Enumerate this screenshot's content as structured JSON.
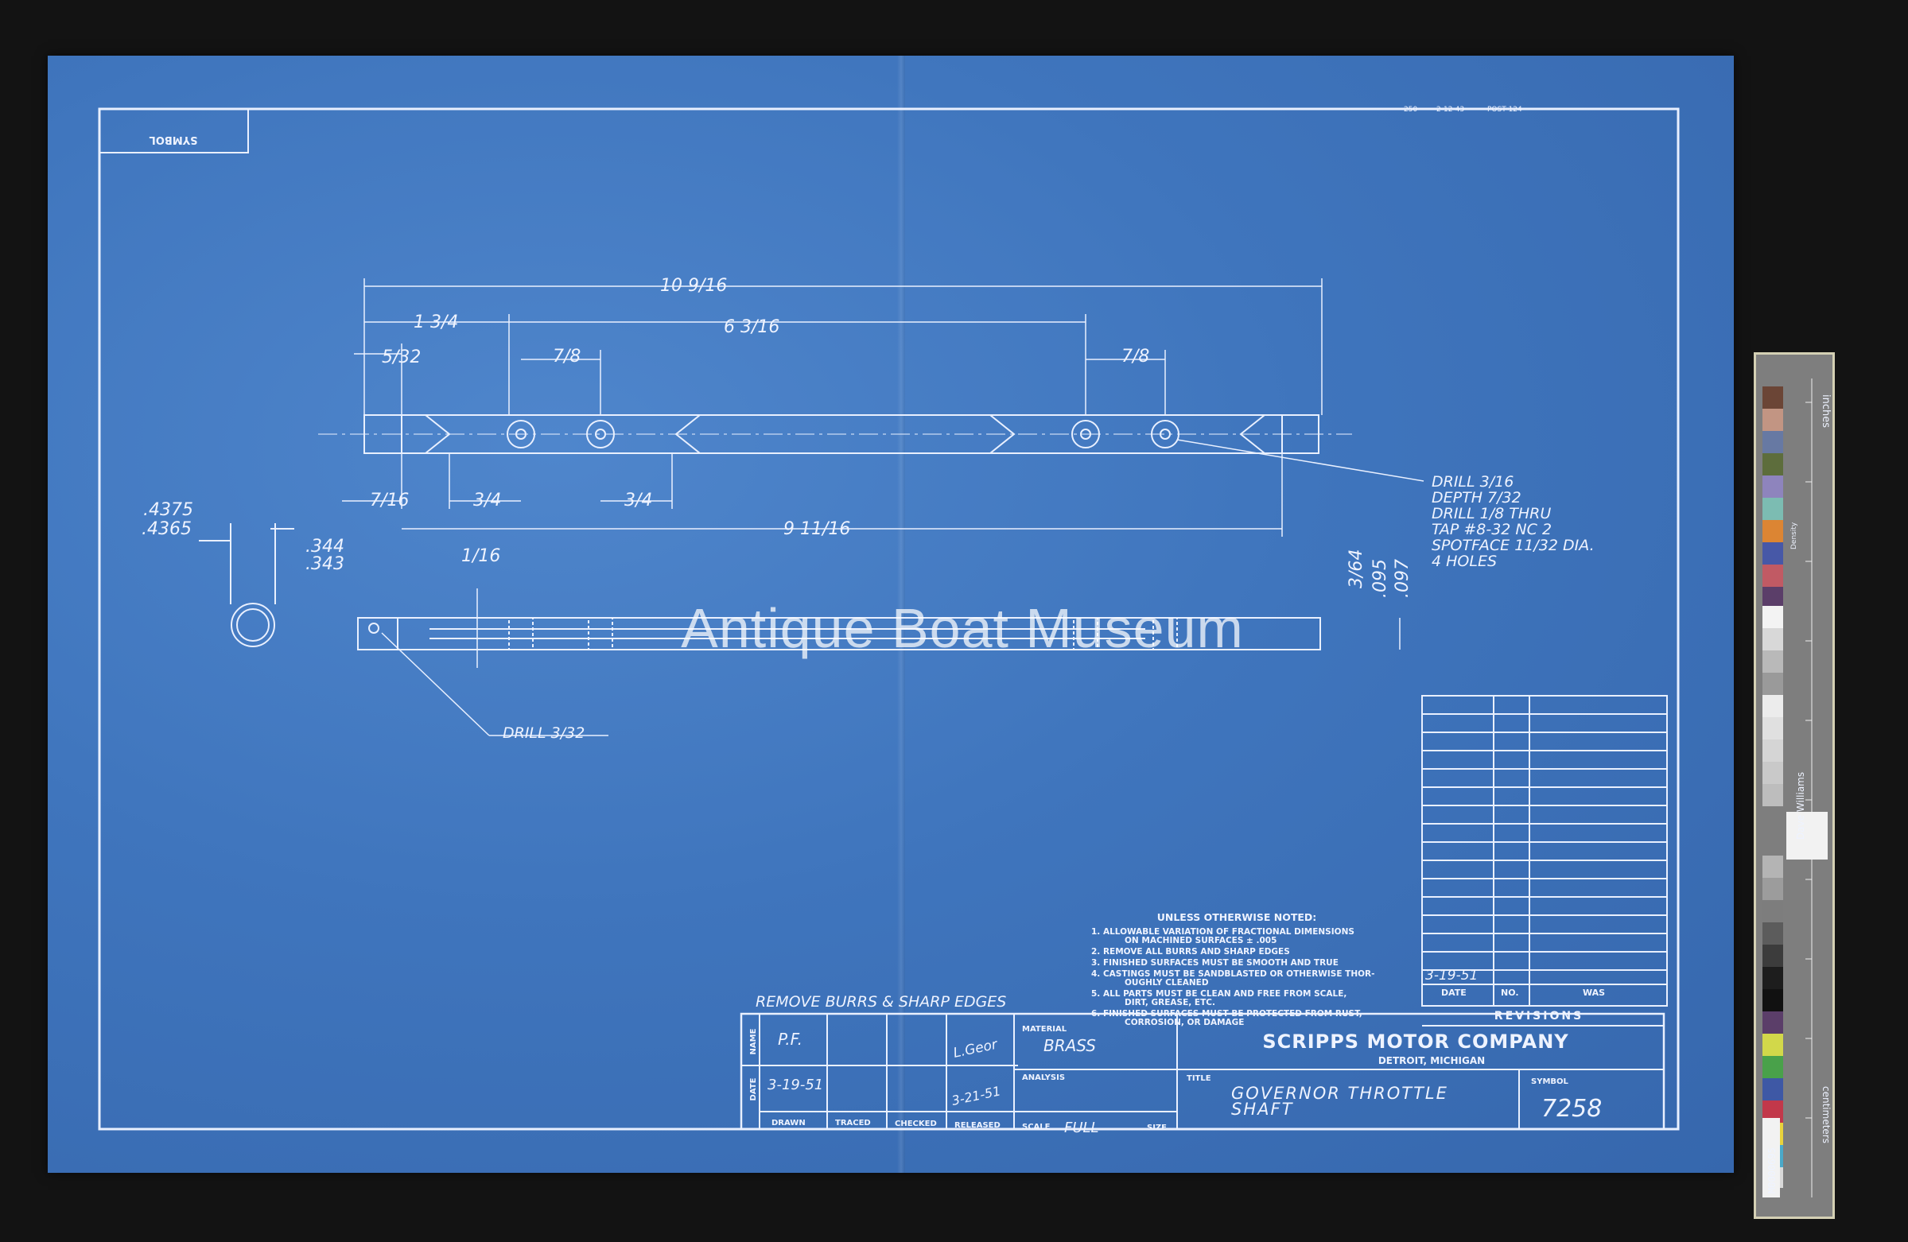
{
  "stamp": {
    "code": "250",
    "date": "2-12-43",
    "post": "POST 124"
  },
  "symbol_box_label": "SYMBOL",
  "dimensions": {
    "overall": "10 9/16",
    "left_end": "1 3/4",
    "middle_span": "6 3/16",
    "left_step": "5/32",
    "hole_left": "7/8",
    "hole_right": "7/8",
    "bottom_left": "7/16",
    "bottom_holes_a": "3/4",
    "bottom_holes_b": "3/4",
    "length_bottom": "9 11/16",
    "dia_a": ".4375",
    "dia_b": ".4365",
    "dia_c": ".344",
    "dia_d": ".343",
    "slot": "1/16",
    "side_a": "3/64",
    "side_b": ".095",
    "side_c": ".097"
  },
  "drill_note": [
    "DRILL 3/16",
    "DEPTH 7/32",
    "DRILL 1/8 THRU",
    "TAP #8-32 NC 2",
    "SPOTFACE 11/32 DIA.",
    "4 HOLES"
  ],
  "drill_small": "DRILL 3/32",
  "watermark": "Antique Boat Museum",
  "notes": {
    "title": "UNLESS OTHERWISE NOTED:",
    "items": [
      "1. ALLOWABLE VARIATION OF FRACTIONAL DIMENSIONS",
      "ON MACHINED SURFACES ± .005",
      "2. REMOVE ALL BURRS AND SHARP EDGES",
      "3. FINISHED SURFACES MUST BE SMOOTH AND TRUE",
      "4. CASTINGS MUST BE SANDBLASTED OR OTHERWISE THOR-",
      "OUGHLY CLEANED",
      "5. ALL PARTS MUST BE CLEAN AND FREE FROM SCALE,",
      "DIRT, GREASE, ETC.",
      "6. FINISHED SURFACES MUST BE PROTECTED FROM RUST,",
      "CORROSION, OR DAMAGE"
    ]
  },
  "remove_burrs": "REMOVE BURRS & SHARP EDGES",
  "revisions": {
    "date_value": "3-19-51",
    "col_date": "DATE",
    "col_no": "NO.",
    "col_was": "WAS",
    "title": "REVISIONS"
  },
  "title_block": {
    "name_label": "NAME",
    "date_label": "DATE",
    "drawn_name": "P.F.",
    "drawn_date": "3-19-51",
    "released_sig": "L.Geor",
    "released_date": "3-21-51",
    "drawn": "DRAWN",
    "traced": "TRACED",
    "checked": "CHECKED",
    "released": "RELEASED",
    "material_label": "MATERIAL",
    "material": "BRASS",
    "analysis_label": "ANALYSIS",
    "scale_label": "SCALE",
    "scale": "FULL",
    "size_label": "SIZE",
    "company": "SCRIPPS MOTOR COMPANY",
    "city": "DETROIT, MICHIGAN",
    "title_label": "TITLE",
    "title_line1": "GOVERNOR THROTTLE",
    "title_line2": "SHAFT",
    "symbol_label": "SYMBOL",
    "symbol": "7258"
  },
  "card": {
    "top_label": "inches",
    "brand": "Dave Williams",
    "bottom_label": "centimeters",
    "id": "M0000695",
    "density": "Density"
  },
  "colors": {
    "paper": "#3f75bd",
    "ink": "#eef3ff",
    "background": "#131313"
  }
}
